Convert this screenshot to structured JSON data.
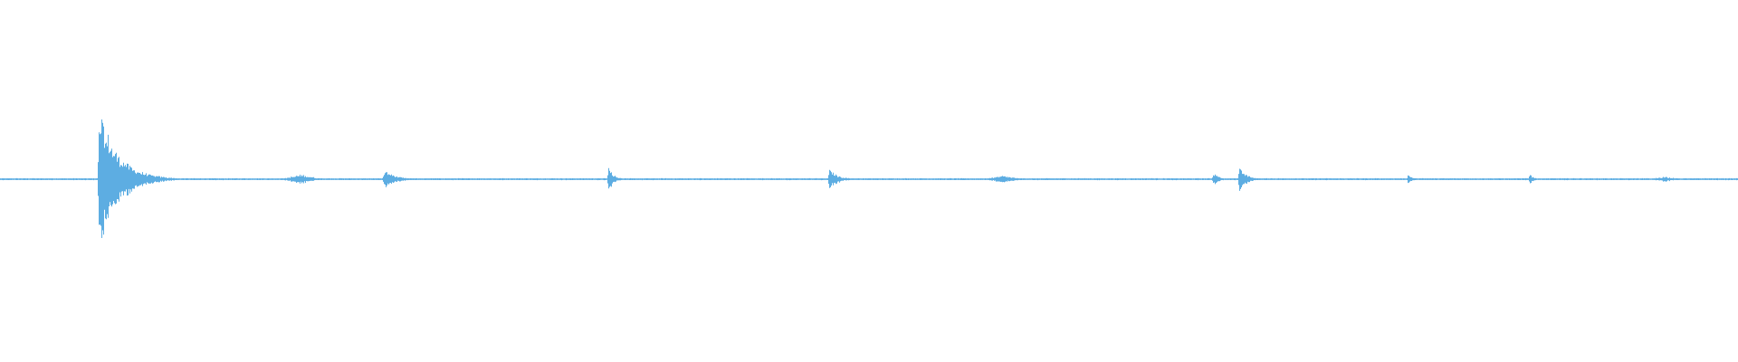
{
  "waveform": {
    "color": "#5dade2",
    "background": "#ffffff",
    "peak_max": 1.0,
    "events": [
      {
        "time": 0.057,
        "amplitude": 1.0,
        "decay": 0.011,
        "kind": "main-transient"
      },
      {
        "time": 0.173,
        "amplitude": 0.07,
        "decay": 0.006,
        "kind": "noise-burst"
      },
      {
        "time": 0.221,
        "amplitude": 0.14,
        "decay": 0.006,
        "kind": "transient"
      },
      {
        "time": 0.35,
        "amplitude": 0.18,
        "decay": 0.003,
        "kind": "transient"
      },
      {
        "time": 0.477,
        "amplitude": 0.15,
        "decay": 0.005,
        "kind": "transient"
      },
      {
        "time": 0.577,
        "amplitude": 0.05,
        "decay": 0.006,
        "kind": "noise-burst"
      },
      {
        "time": 0.698,
        "amplitude": 0.1,
        "decay": 0.003,
        "kind": "transient"
      },
      {
        "time": 0.713,
        "amplitude": 0.18,
        "decay": 0.004,
        "kind": "transient"
      },
      {
        "time": 0.81,
        "amplitude": 0.06,
        "decay": 0.003,
        "kind": "transient"
      },
      {
        "time": 0.88,
        "amplitude": 0.08,
        "decay": 0.002,
        "kind": "transient"
      },
      {
        "time": 0.958,
        "amplitude": 0.04,
        "decay": 0.005,
        "kind": "noise-burst"
      }
    ]
  }
}
